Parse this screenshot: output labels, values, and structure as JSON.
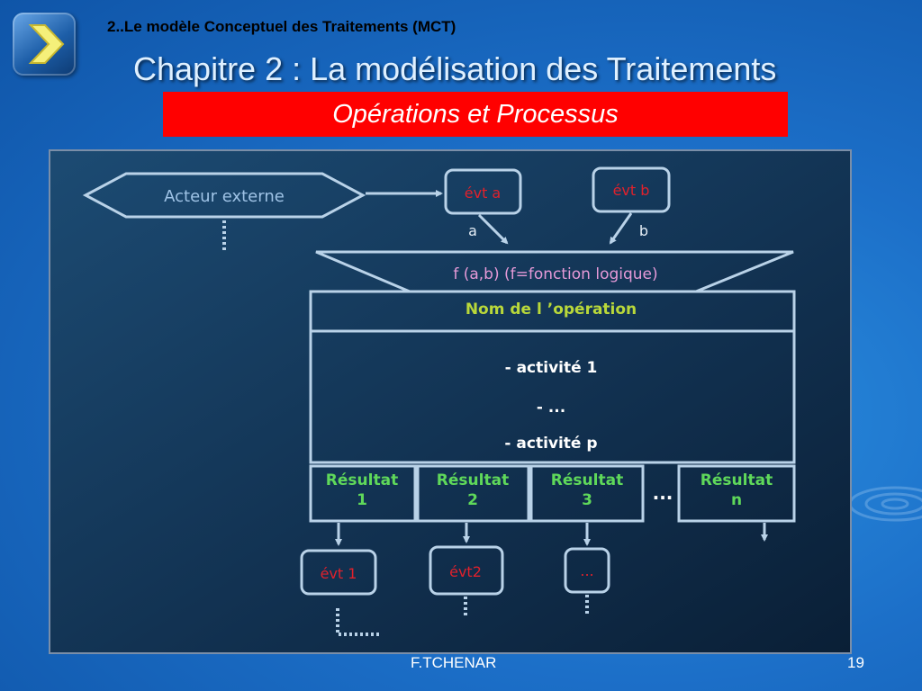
{
  "header": {
    "breadcrumb": "2..Le modèle Conceptuel des Traitements  (MCT)",
    "title": "Chapitre 2 : La modélisation des Traitements",
    "subtitle": "Opérations et Processus"
  },
  "nav": {
    "icon": "chevron-right-icon"
  },
  "diagram": {
    "actor": "Acteur externe",
    "input_events": [
      {
        "label": "évt a",
        "arrow_label": "a"
      },
      {
        "label": "évt b",
        "arrow_label": "b"
      }
    ],
    "synchronization": "f (a,b) (f=fonction logique)",
    "operation_name": "Nom de l ’opération",
    "activities": [
      "- activité 1",
      "- ...",
      "- activité p"
    ],
    "results": [
      {
        "line1": "Résultat",
        "line2": "1"
      },
      {
        "line1": "Résultat",
        "line2": "2"
      },
      {
        "line1": "Résultat",
        "line2": "3"
      },
      {
        "line1": "Résultat",
        "line2": "n"
      }
    ],
    "results_ellipsis": "...",
    "output_events": [
      "évt 1",
      "évt2",
      "..."
    ]
  },
  "footer": {
    "author": "F.TCHENAR",
    "page": "19"
  },
  "colors": {
    "panel_bg": "#123251",
    "shape_stroke": "#b9d2e8",
    "actor_text": "#9fc3e6",
    "event_text": "#e0212c",
    "sync_text": "#e69ad8",
    "operation_text": "#b9d83a",
    "activity_text": "#ffffff",
    "result_text": "#5fd85a",
    "subtitle_bg": "#ff0000"
  }
}
